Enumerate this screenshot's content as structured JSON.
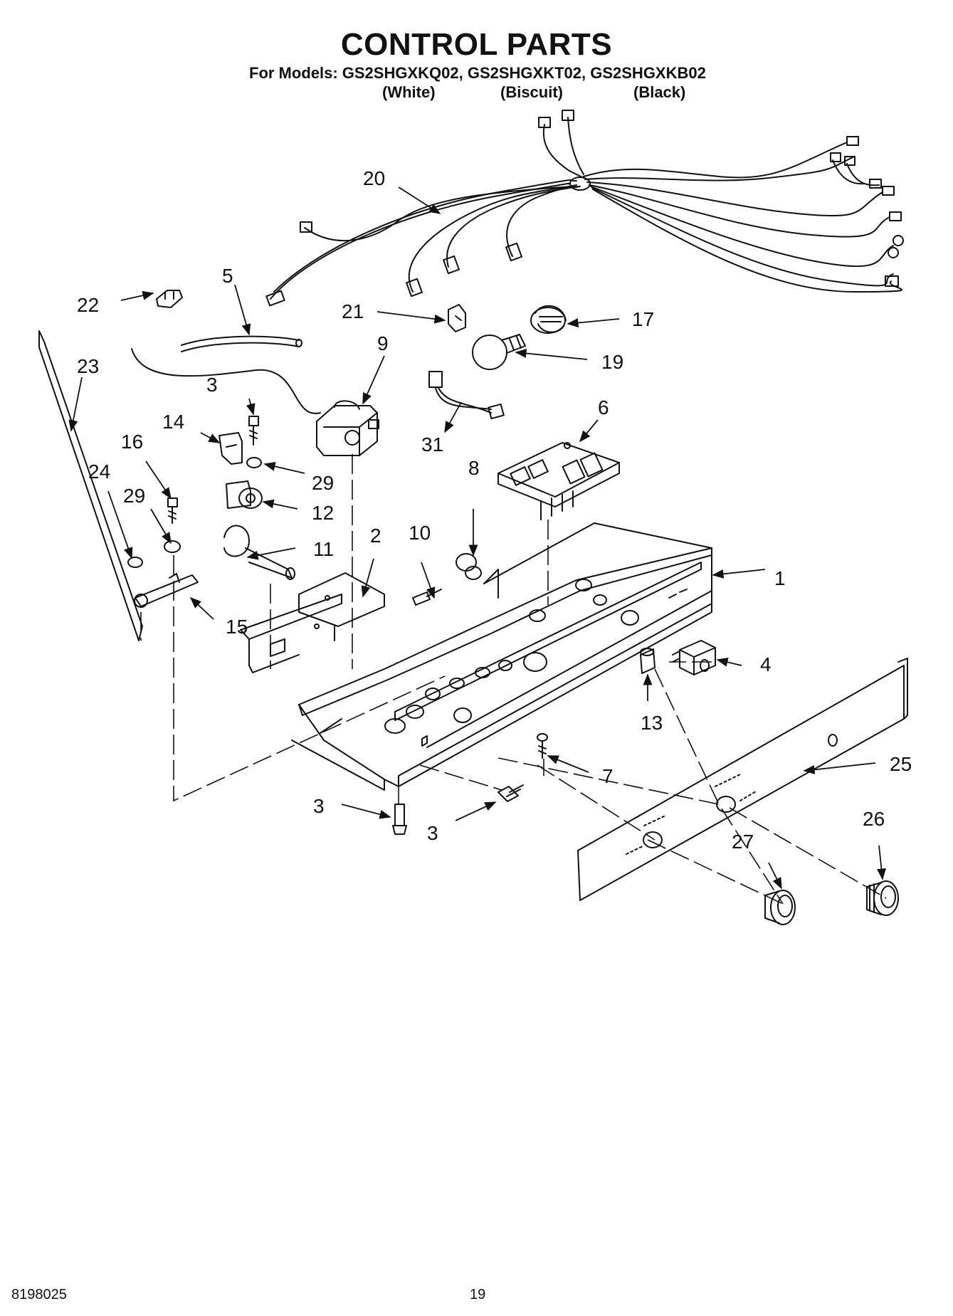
{
  "header": {
    "title": "CONTROL PARTS",
    "models_line": "For Models: GS2SHGXKQ02, GS2SHGXKT02, GS2SHGXKB02",
    "variants": [
      "(White)",
      "(Biscuit)",
      "(Black)"
    ]
  },
  "callouts": {
    "c1": "1",
    "c2": "2",
    "c3a": "3",
    "c3b": "3",
    "c3c": "3",
    "c4": "4",
    "c5": "5",
    "c6": "6",
    "c7": "7",
    "c8": "8",
    "c9": "9",
    "c10": "10",
    "c11": "11",
    "c12": "12",
    "c13": "13",
    "c14": "14",
    "c15": "15",
    "c16": "16",
    "c17": "17",
    "c19": "19",
    "c20": "20",
    "c21": "21",
    "c22": "22",
    "c23": "23",
    "c24": "24",
    "c25": "25",
    "c26": "26",
    "c27": "27",
    "c29a": "29",
    "c29b": "29",
    "c31": "31"
  },
  "footer": {
    "doc_number": "8198025",
    "page_number": "19"
  },
  "colors": {
    "ink": "#111111",
    "paper": "#ffffff"
  }
}
